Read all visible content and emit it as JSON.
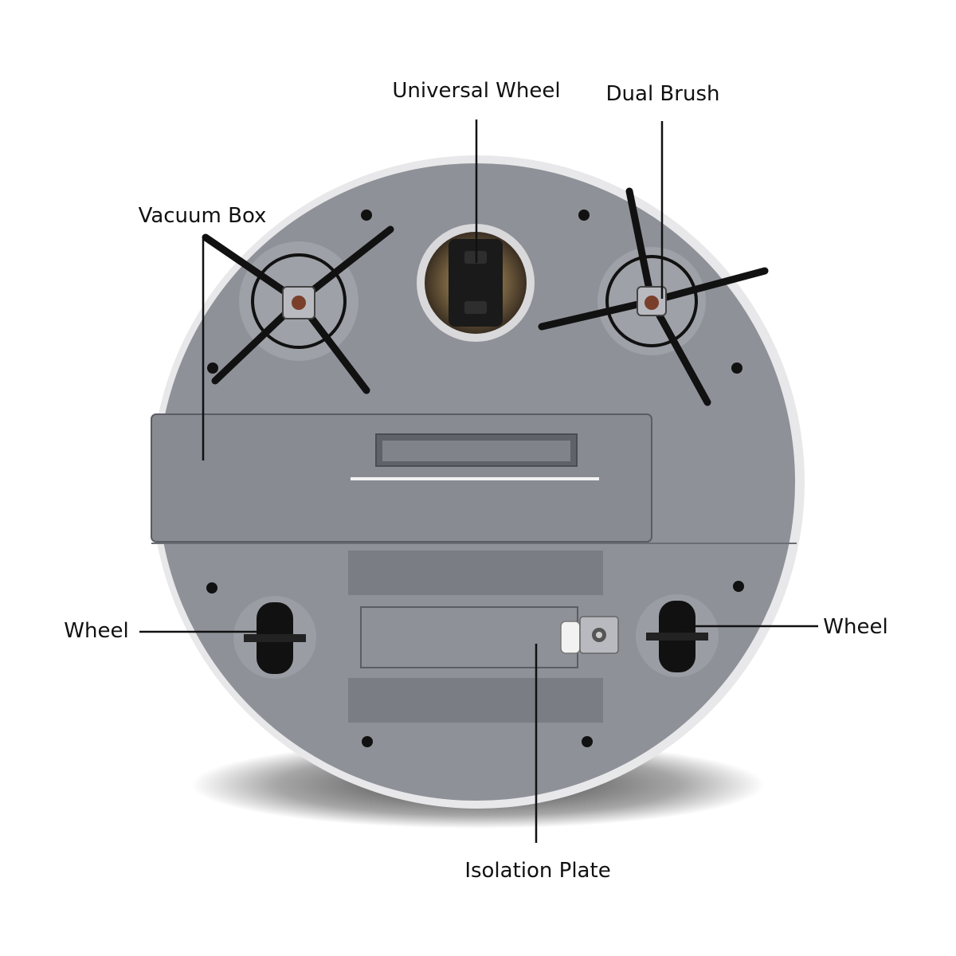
{
  "labels": {
    "universal_wheel": "Universal Wheel",
    "dual_brush": "Dual Brush",
    "vacuum_box": "Vacuum Box",
    "wheel_left": "Wheel",
    "wheel_right": "Wheel",
    "isolation_plate": "Isolation Plate"
  },
  "colors": {
    "body": "#8c8f96",
    "body_dark": "#6f727a",
    "rim": "#e6e6e8",
    "panel": "#7d8088",
    "brush": "#111111",
    "shadow": "#1a1a1a",
    "wheel_well": "#4a3a2a"
  }
}
